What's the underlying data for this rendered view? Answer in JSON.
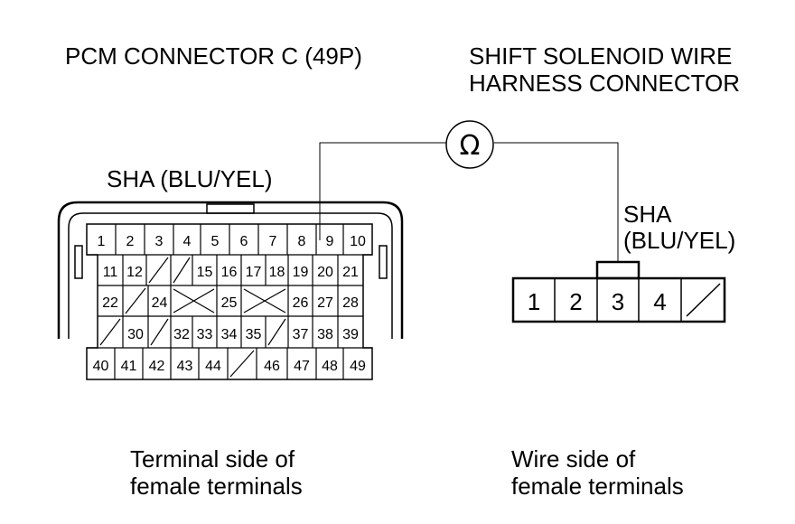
{
  "pcm": {
    "title": "PCM CONNECTOR C (49P)",
    "wire_label": "SHA (BLU/YEL)",
    "caption_line1": "Terminal side of",
    "caption_line2": "female terminals",
    "rows": [
      [
        "1",
        "2",
        "3",
        "4",
        "5",
        "6",
        "7",
        "8",
        "9",
        "10"
      ],
      [
        "11",
        "12",
        "",
        "",
        "15",
        "16",
        "17",
        "18",
        "19",
        "20",
        "21"
      ],
      [
        "22",
        "",
        "24",
        "",
        "25",
        "",
        "26",
        "27",
        "28"
      ],
      [
        "",
        "30",
        "",
        "32",
        "33",
        "34",
        "35",
        "",
        "37",
        "38",
        "39"
      ],
      [
        "40",
        "41",
        "42",
        "43",
        "44",
        "",
        "46",
        "47",
        "48",
        "49"
      ]
    ]
  },
  "meter": {
    "symbol": "Ω",
    "icon": "ohmmeter-icon"
  },
  "solenoid": {
    "title_line1": "SHIFT SOLENOID WIRE",
    "title_line2": "HARNESS CONNECTOR",
    "wire_label_line1": "SHA",
    "wire_label_line2": "(BLU/YEL)",
    "pins": [
      "1",
      "2",
      "3",
      "4"
    ],
    "caption_line1": "Wire side of",
    "caption_line2": "female terminals"
  }
}
